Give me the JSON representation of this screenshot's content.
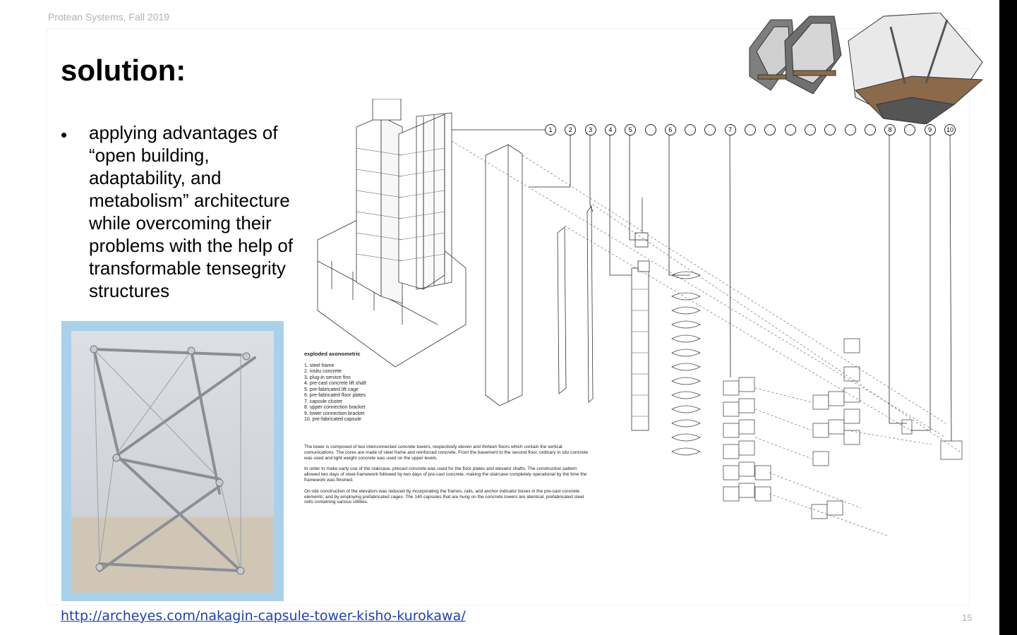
{
  "header": {
    "course": "Protean Systems, Fall 2019"
  },
  "slide": {
    "title": "solution:",
    "bullet_marker": "•",
    "bullet_text": "applying advantages of\n“open building,\nadaptability, and\nmetabolism” architecture\nwhile overcoming their\nproblems with the help of\ntransformable tensegrity\nstructures"
  },
  "diagram": {
    "legend_title": "exploded axonometric",
    "legend_items": [
      "1. steel frame",
      "2. insitu concrete",
      "3. plug-in service fins",
      "4. pre-cast concrete lift shaft",
      "5. pre-fabricated lift cage",
      "6. pre-fabricated floor plates",
      "7. capsule cluster",
      "8. upper connection bracket",
      "9. lower connection bracket",
      "10. pre-fabricated capsule"
    ],
    "callouts": [
      "1",
      "2",
      "3",
      "4",
      "5",
      "",
      "6",
      "",
      "",
      "7",
      "",
      "",
      "",
      "",
      "",
      "",
      "",
      "8",
      "",
      "9",
      "10"
    ],
    "description": [
      "The tower is composed of two interconnected concrete towers, respectively eleven and thirteen floors which contain the vertical comunications. The cores are made of steel frame and reinforced concrete. From the basement to the second floor, ordinary in situ concrete was used and light weight concrete was used on the upper levels.",
      "In order to make early use of the staircase, precast concrete was used for the floor plates and elevator shafts. The construction pattern allowed two days of steel-framework followed by two days of pre-cast concrete, making the staircase completely operational by the time the framework was finished.",
      "On-site construction of the elevators was reduced by incorporating the frames, rails, and anchor indicator boxes in the pre-cast concrete elements; and by employing prefabricated cages. The 140 capsules that are hung on the concrete towers are identical, prefabricated steel cells containing various utilities."
    ]
  },
  "footer": {
    "link": "http://archeyes.com/nakagin-capsule-tower-kisho-kurokawa/",
    "page_number": "15"
  }
}
